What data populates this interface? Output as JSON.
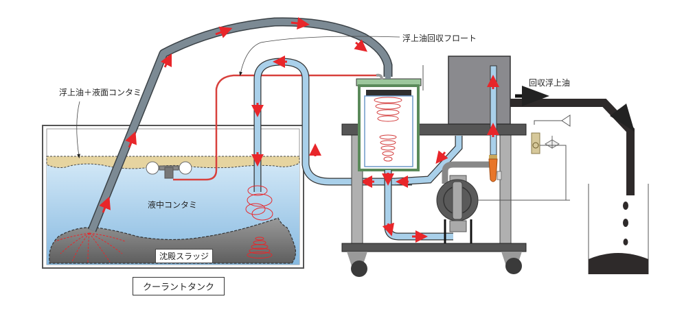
{
  "labels": {
    "float_label": "浮上油回収フロート",
    "surface_label": "浮上油＋液面コンタミ",
    "recovered_oil": "回収浮上油",
    "liquid_contam": "液中コンタミ",
    "sludge": "沈殿スラッジ",
    "tank": "クーラントタンク"
  },
  "colors": {
    "flow_arrow": "#e8262a",
    "hose_gray": "#7c8a94",
    "pipe_blue": "#a9d0ea",
    "coolant_top": "#cfe6f6",
    "coolant_bottom": "#8cbde2",
    "oil_layer": "#e8d8a6",
    "sludge": "#8a8a8a",
    "separator_green": "#9cc79c",
    "frame_dark": "#4a4a4a",
    "pump_body": "#5a5a5a",
    "oil_black": "#2e2a2a",
    "orange_valve": "#e8762a"
  }
}
